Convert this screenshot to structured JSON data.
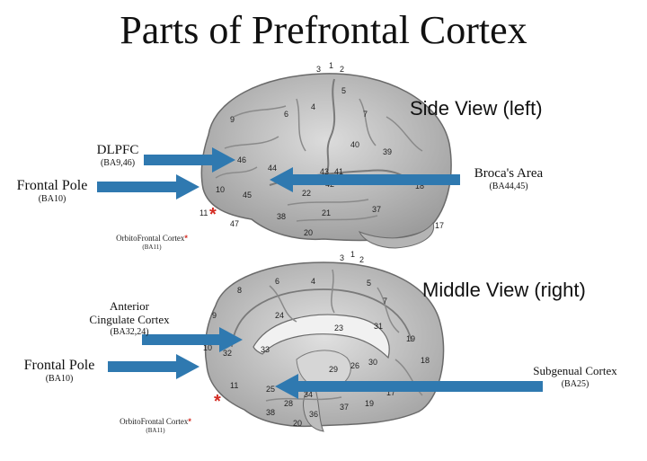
{
  "title": "Parts of Prefrontal Cortex",
  "views": {
    "side": "Side View (left)",
    "middle": "Middle View (right)"
  },
  "labels": {
    "dlpfc": {
      "name": "DLPFC",
      "ba": "(BA9,46)"
    },
    "frontal_pole_side": {
      "name": "Frontal Pole",
      "ba": "(BA10)"
    },
    "brocas_area": {
      "name": "Broca's Area",
      "ba": "(BA44,45)"
    },
    "orbitofrontal_side": {
      "name": "OrbitoFrontal Cortex",
      "ba": "(BA11)"
    },
    "anterior_cingulate": {
      "name_line1": "Anterior",
      "name_line2": "Cingulate Cortex",
      "ba": "(BA32,24)"
    },
    "frontal_pole_middle": {
      "name": "Frontal Pole",
      "ba": "(BA10)"
    },
    "subgenual": {
      "name": "Subgenual Cortex",
      "ba": "(BA25)"
    },
    "orbitofrontal_middle": {
      "name": "OrbitoFrontal Cortex",
      "ba": "(BA11)"
    }
  },
  "star_symbol": "*",
  "colors": {
    "arrow": "#2f79b0",
    "star": "#d42b22",
    "brain_fill": "#c9c9c9",
    "brain_stroke": "#6a6a6a"
  },
  "side_numbers": [
    "3",
    "1",
    "2",
    "5",
    "9",
    "6",
    "4",
    "7",
    "40",
    "39",
    "46",
    "44",
    "43",
    "41",
    "42",
    "45",
    "22",
    "18",
    "10",
    "11",
    "47",
    "38",
    "21",
    "37",
    "20",
    "17"
  ],
  "middle_numbers": [
    "3",
    "1",
    "2",
    "8",
    "6",
    "4",
    "5",
    "7",
    "9",
    "24",
    "23",
    "31",
    "19",
    "10",
    "32",
    "33",
    "18",
    "29",
    "26",
    "30",
    "11",
    "25",
    "34",
    "38",
    "28",
    "36",
    "37",
    "20",
    "19",
    "17"
  ]
}
